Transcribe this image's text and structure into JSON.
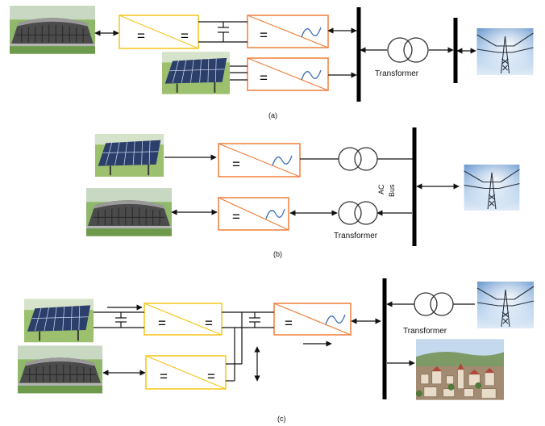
{
  "panels": {
    "a": {
      "caption": "(a)",
      "transformer_label": "Transformer"
    },
    "b": {
      "caption": "(b)",
      "transformer_label": "Transformer",
      "bus_label_1": "AC",
      "bus_label_2": "Bus"
    },
    "c": {
      "caption": "(c)",
      "transformer_label": "Transformer"
    }
  },
  "symbols": {
    "dc": "=",
    "ac": "~"
  },
  "colors": {
    "ac_converter": "#f07f3c",
    "dc_converter": "#f5c518",
    "sine": "#3a6fb5",
    "bus": "#000000",
    "line": "#222222"
  },
  "images": {
    "battery_storage": "battery-storage-building",
    "solar_panel": "solar-pv-array",
    "power_grid": "transmission-tower",
    "town": "town-load"
  }
}
